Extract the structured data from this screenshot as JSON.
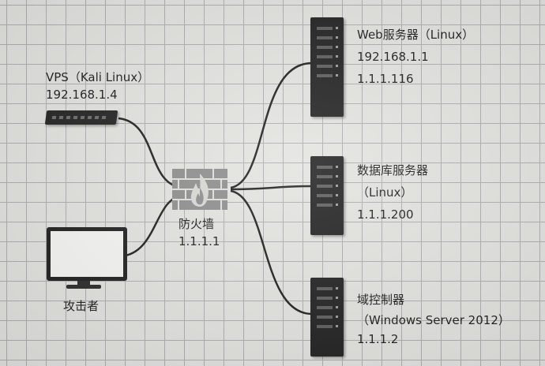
{
  "nodes": {
    "vps": {
      "name": "VPS（Kali Linux）",
      "ip": "192.168.1.4"
    },
    "attacker": {
      "name": "攻击者"
    },
    "firewall": {
      "name": "防火墙",
      "ip": "1.1.1.1"
    },
    "web_server": {
      "name": "Web服务器（Linux）",
      "ip1": "192.168.1.1",
      "ip2": "1.1.1.116"
    },
    "db_server": {
      "name1": "数据库服务器",
      "name2": "（Linux）",
      "ip": "1.1.1.200"
    },
    "dc_server": {
      "name1": "域控制器",
      "name2": "（Windows Server 2012）",
      "ip": "1.1.1.2"
    }
  },
  "colors": {
    "line": "#1c1c1c",
    "device": "#1e1e1e",
    "firewall": "#8c8c8c"
  }
}
